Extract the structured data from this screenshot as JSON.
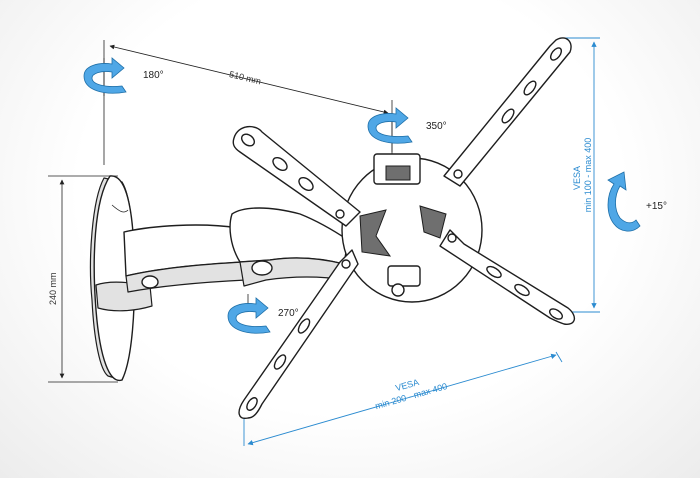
{
  "dimensions": {
    "arm_length": "510 mm",
    "wall_plate_height": "240 mm"
  },
  "rotations": {
    "wall_pivot": "180°",
    "head_swivel": "350°",
    "middle_pivot": "270°",
    "tilt": "+15°"
  },
  "vesa_vertical": {
    "title": "VESA",
    "range": "min 100 - max 400"
  },
  "vesa_horizontal": {
    "title": "VESA",
    "range": "min 200 - max 400"
  },
  "colors": {
    "accent_blue": "#4fa7e6",
    "vesa_line": "#2b8bd0",
    "outline": "#1e1e1e"
  }
}
